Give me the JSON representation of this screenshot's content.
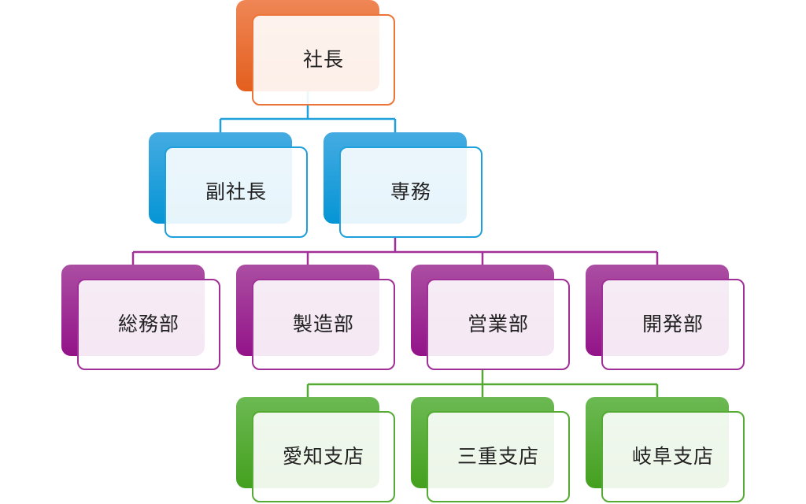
{
  "colors": {
    "level0": "#ec7438",
    "level1": "#1ea0dc",
    "level2": "#a12f98",
    "level3": "#54aa33"
  },
  "nodes": {
    "president": "社長",
    "vice_president": "副社長",
    "senior_director": "専務",
    "general_affairs": "総務部",
    "manufacturing": "製造部",
    "sales": "営業部",
    "development": "開発部",
    "aichi_branch": "愛知支店",
    "mie_branch": "三重支店",
    "gifu_branch": "岐阜支店"
  }
}
